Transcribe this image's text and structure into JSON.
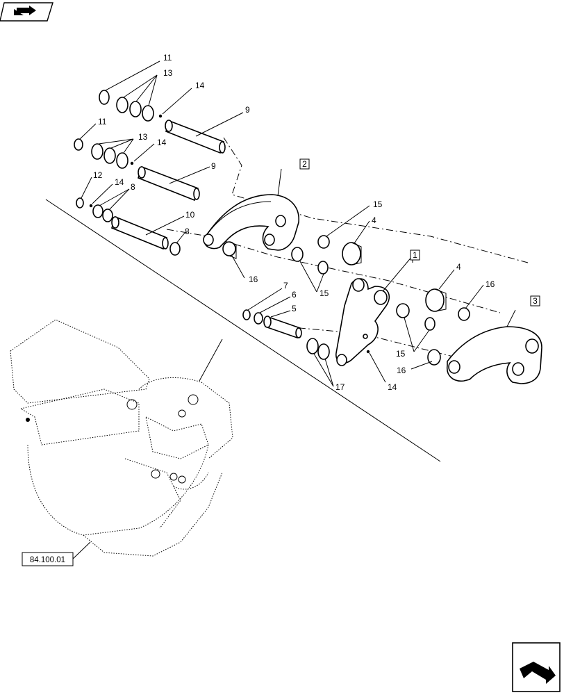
{
  "icons": {
    "top_nav": "back-arrow-icon",
    "bottom_nav": "forward-arrow-icon"
  },
  "reference_label": "84.100.01",
  "boxed_callouts": [
    "2",
    "1",
    "3"
  ],
  "callouts": {
    "c11a": "11",
    "c13a": "13",
    "c14a": "14",
    "c9a": "9",
    "c11b": "11",
    "c13b": "13",
    "c14b": "14",
    "c9b": "9",
    "c12": "12",
    "c14c": "14",
    "c8a": "8",
    "c10": "10",
    "c8b": "8",
    "c16a": "16",
    "c15a": "15",
    "c4a": "4",
    "c15b": "15",
    "c7": "7",
    "c6": "6",
    "c5": "5",
    "c4b": "4",
    "c16b": "16",
    "c15c": "15",
    "c16c": "16",
    "c17": "17",
    "c14d": "14"
  }
}
